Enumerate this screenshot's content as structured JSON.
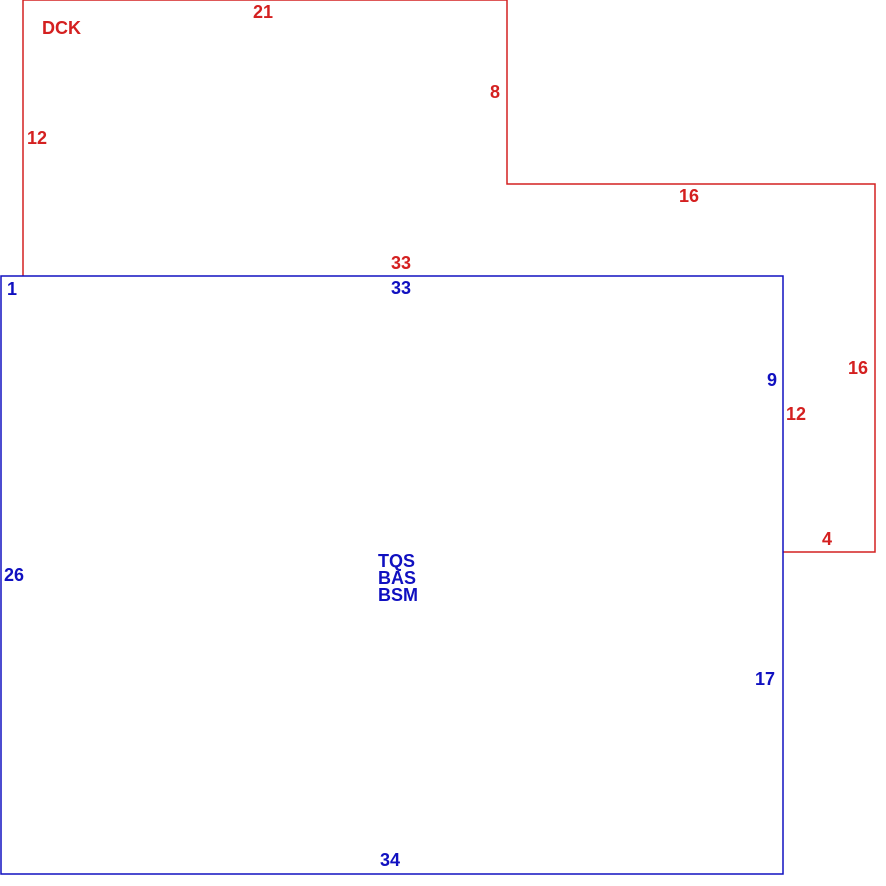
{
  "colors": {
    "deck": "#d42020",
    "house": "#1010c0",
    "background": "#ffffff"
  },
  "deck": {
    "label": "DCK",
    "dimensions": {
      "top": "21",
      "left": "12",
      "step_vertical": "8",
      "step_horizontal": "16",
      "shared_edge": "33",
      "right_outer": "16",
      "right_inner": "12",
      "bottom_small": "4"
    }
  },
  "house": {
    "corner_marker": "1",
    "labels": [
      "TQS",
      "BAS",
      "BSM"
    ],
    "dimensions": {
      "top": "33",
      "left": "26",
      "right_upper": "9",
      "right_lower": "17",
      "bottom": "34"
    }
  }
}
